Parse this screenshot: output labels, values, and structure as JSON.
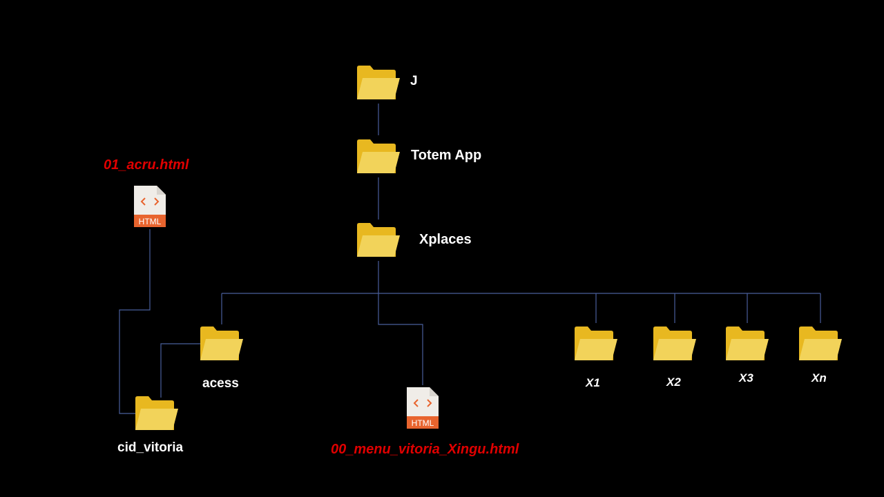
{
  "colors": {
    "background": "#000000",
    "connector": "#4a5f9c",
    "folder_back": "#e8b820",
    "folder_front": "#f2d35a",
    "html_page": "#f0ede8",
    "html_fold": "#d9d5cf",
    "html_badge": "#e8642e",
    "html_code": "#e8642e",
    "folder_label": "#ffffff",
    "file_label": "#e00000"
  },
  "nodes": {
    "j": {
      "label": "J",
      "icon": "folder-icon"
    },
    "totem_app": {
      "label": "Totem App",
      "icon": "folder-icon"
    },
    "xplaces": {
      "label": "Xplaces",
      "icon": "folder-icon"
    },
    "acess": {
      "label": "acess",
      "icon": "folder-icon"
    },
    "cid_vitoria": {
      "label": "cid_vitoria",
      "icon": "folder-icon"
    },
    "x1": {
      "label": "X1",
      "icon": "folder-icon"
    },
    "x2": {
      "label": "X2",
      "icon": "folder-icon"
    },
    "x3": {
      "label": "X3",
      "icon": "folder-icon"
    },
    "xn": {
      "label": "Xn",
      "icon": "folder-icon"
    },
    "acru_html": {
      "label": "01_acru.html",
      "icon": "html-file-icon",
      "badge": "HTML"
    },
    "menu_html": {
      "label": "00_menu_vitoria_Xingu.html",
      "icon": "html-file-icon",
      "badge": "HTML"
    }
  },
  "edges": [
    [
      "j",
      "totem_app"
    ],
    [
      "totem_app",
      "xplaces"
    ],
    [
      "xplaces",
      "acess"
    ],
    [
      "xplaces",
      "menu_html"
    ],
    [
      "xplaces",
      "x1"
    ],
    [
      "xplaces",
      "x2"
    ],
    [
      "xplaces",
      "x3"
    ],
    [
      "xplaces",
      "xn"
    ],
    [
      "acess",
      "cid_vitoria"
    ],
    [
      "acru_html",
      "cid_vitoria"
    ]
  ]
}
